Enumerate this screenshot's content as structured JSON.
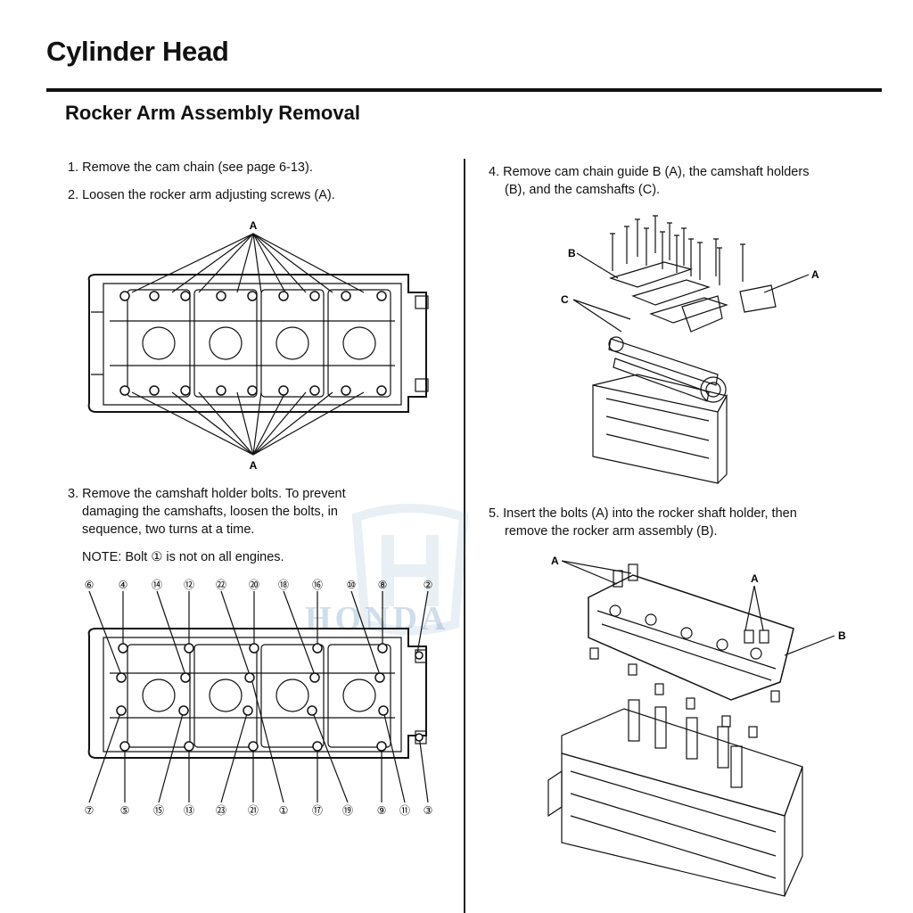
{
  "header": {
    "title": "Cylinder Head"
  },
  "section": {
    "title": "Rocker Arm Assembly Removal"
  },
  "steps": {
    "s1": "1. Remove the cam chain (see page 6-13).",
    "s2": "2. Loosen the rocker arm adjusting screws (A).",
    "s3_l1": "3. Remove the camshaft holder bolts. To prevent",
    "s3_l2": "damaging the camshafts, loosen the bolts, in",
    "s3_l3": "sequence, two turns at a time.",
    "note": "NOTE: Bolt ① is not on all engines.",
    "s4_l1": "4. Remove cam chain guide B (A), the camshaft holders",
    "s4_l2": "(B), and the camshafts (C).",
    "s5_l1": "5. Insert the bolts (A) into the rocker shaft holder, then",
    "s5_l2": "remove the rocker arm assembly (B)."
  },
  "fig1": {
    "label_top": "A",
    "label_bottom": "A"
  },
  "fig2": {
    "top_numbers": [
      "⑥",
      "④",
      "⑭",
      "⑫",
      "㉒",
      "⑳",
      "⑱",
      "⑯",
      "⑩",
      "⑧",
      "②"
    ],
    "bottom_numbers": [
      "⑦",
      "⑤",
      "⑮",
      "⑬",
      "㉓",
      "㉑",
      "①",
      "⑰",
      "⑲",
      "⑨",
      "⑪",
      "③"
    ]
  },
  "fig3": {
    "label_b": "B",
    "label_c": "C",
    "label_a": "A"
  },
  "fig4": {
    "label_a1": "A",
    "label_a2": "A",
    "label_b": "B"
  },
  "watermark": {
    "text": "HONDA"
  }
}
